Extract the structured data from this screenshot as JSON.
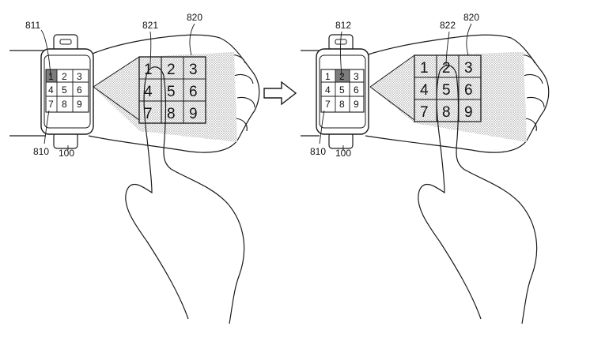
{
  "figure": {
    "left_panel": {
      "watch_ref": "100",
      "watch_screen_ref": "810",
      "selected_key_ref": "811",
      "projected_key_ref": "821",
      "projection_ref": "820",
      "keys": [
        "1",
        "2",
        "3",
        "4",
        "5",
        "6",
        "7",
        "8",
        "9"
      ],
      "highlighted_key": "1"
    },
    "right_panel": {
      "watch_ref": "100",
      "watch_screen_ref": "810",
      "selected_key_ref": "812",
      "projected_key_ref": "822",
      "projection_ref": "820",
      "keys": [
        "1",
        "2",
        "3",
        "4",
        "5",
        "6",
        "7",
        "8",
        "9"
      ],
      "highlighted_key": "2"
    },
    "transition_arrow": "right-arrow",
    "colors": {
      "line": "#1a1a1a",
      "projection_fill": "#cfcfcf",
      "highlight_fill": "#7d7d7d"
    }
  }
}
